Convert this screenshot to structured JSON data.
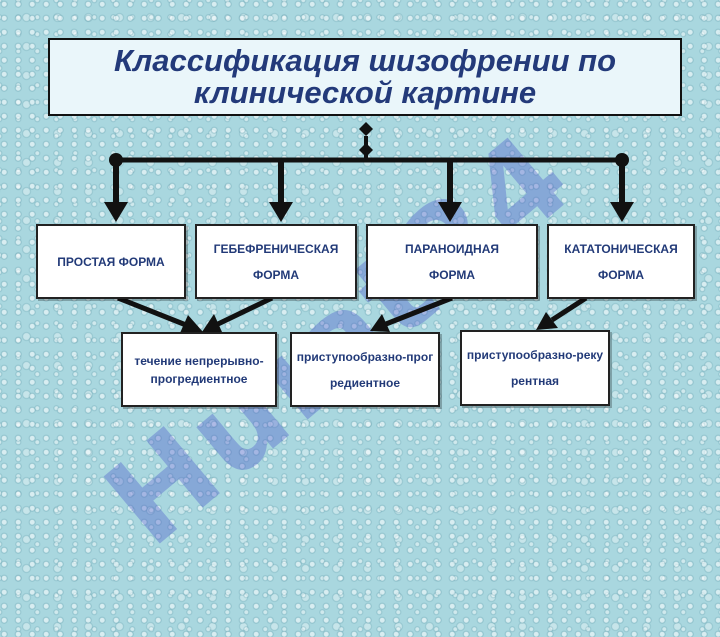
{
  "title": "Классификация шизофрении по клинической картине",
  "watermark": "Huiat24",
  "forms": [
    {
      "label": "ПРОСТАЯ ФОРМА"
    },
    {
      "label": "ГЕБЕФРЕНИЧЕСКАЯ ФОРМА"
    },
    {
      "label": "ПАРАНОИДНАЯ ФОРМА"
    },
    {
      "label": "КАТАТОНИЧЕСКАЯ ФОРМА"
    }
  ],
  "courses": [
    {
      "label": "течение непрерывно-прогредиентное"
    },
    {
      "label": "приступообразно-прогредиентное"
    },
    {
      "label": "приступообразно-рекурентная"
    }
  ]
}
